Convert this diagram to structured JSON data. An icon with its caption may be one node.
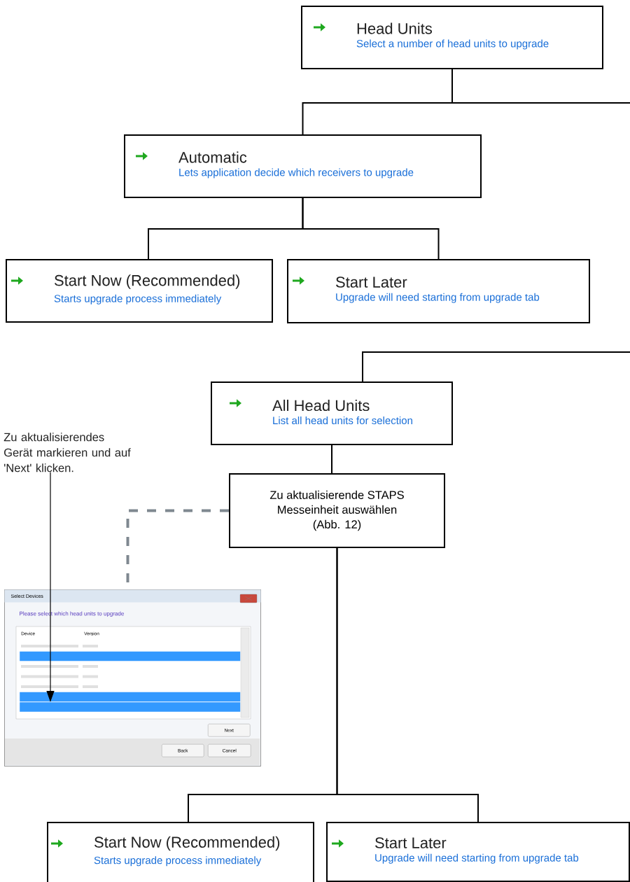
{
  "diagram": {
    "nodes": [
      {
        "text": [
          "Head Units",
          "Select a number of head units to upgrade"
        ]
      },
      {
        "text": [
          "Automatic",
          "Lets application decide which receivers to upgrade"
        ]
      },
      {
        "text": [
          "Start Now (Recommended)",
          "Starts upgrade process immediately"
        ]
      },
      {
        "text": [
          "Start Later",
          "Upgrade will need starting from upgrade tab"
        ]
      },
      {
        "text": [
          "All Head Units",
          "List all head units for selection"
        ]
      },
      {
        "text": [
          "Zu aktualisierende STAPS Messeinheit auswählen (Abb. 12)"
        ]
      },
      {
        "text": [
          "Zu aktualisierendes Gerät markieren und auf 'Next' klicken."
        ]
      },
      {
        "text": [
          "Select Devices",
          "Please select which head units to upgrade"
        ]
      },
      {
        "text": [
          "Start Now (Recommended)",
          "Starts upgrade process immediately"
        ]
      },
      {
        "text": [
          "Start Later",
          "Upgrade will need starting from upgrade tab"
        ]
      },
      {
        "text": [],
        "shape": "bar",
        "in": 7
      },
      {
        "text": [],
        "shape": "bar",
        "in": 7
      },
      {
        "text": [],
        "shape": "bar",
        "in": 7
      }
    ],
    "edges": [
      {
        "from": 0,
        "to": 1,
        "arrow": "none"
      },
      {
        "from": 0,
        "to": null,
        "arrow": "none"
      },
      {
        "from": 1,
        "to": 2,
        "arrow": "none"
      },
      {
        "from": 1,
        "to": 3,
        "arrow": "none"
      },
      {
        "from": null,
        "to": 4,
        "arrow": "none"
      },
      {
        "from": 4,
        "to": 5,
        "arrow": "none"
      },
      {
        "from": 5,
        "to": 7,
        "arrow": "none",
        "style": "dashed",
        "color": "#7f8890"
      },
      {
        "from": 6,
        "to": 12,
        "arrow": "to"
      },
      {
        "from": 5,
        "to": 8,
        "arrow": "none"
      },
      {
        "from": 5,
        "to": 9,
        "arrow": "none"
      }
    ],
    "labels": [
      "Device",
      "Version",
      "Next",
      "Back",
      "Cancel"
    ]
  }
}
